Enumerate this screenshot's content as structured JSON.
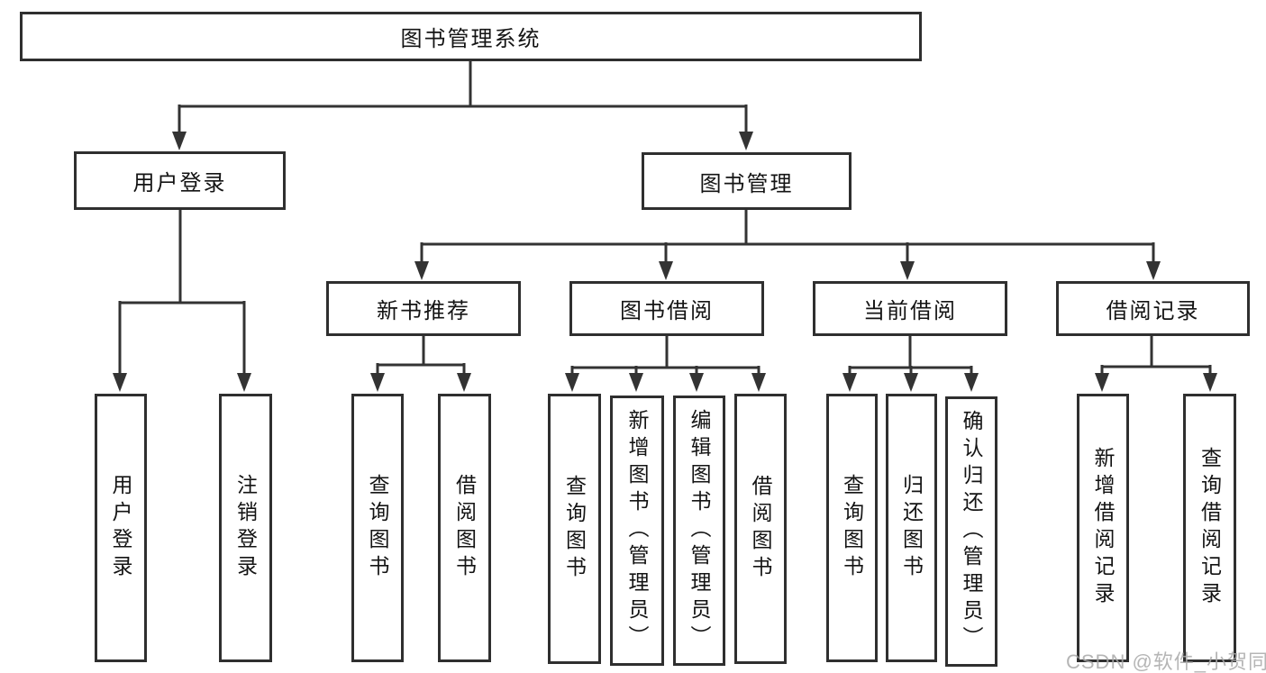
{
  "diagram": {
    "root": {
      "label": "图书管理系统"
    },
    "level2": [
      {
        "label": "用户登录",
        "children": [
          {
            "label": "用户登录"
          },
          {
            "label": "注销登录"
          }
        ]
      },
      {
        "label": "图书管理",
        "children": [
          {
            "label": "新书推荐",
            "children": [
              {
                "label": "查询图书"
              },
              {
                "label": "借阅图书"
              }
            ]
          },
          {
            "label": "图书借阅",
            "children": [
              {
                "label": "查询图书"
              },
              {
                "label": "新增图书（管理员）"
              },
              {
                "label": "编辑图书（管理员）"
              },
              {
                "label": "借阅图书"
              }
            ]
          },
          {
            "label": "当前借阅",
            "children": [
              {
                "label": "查询图书"
              },
              {
                "label": "归还图书"
              },
              {
                "label": "确认归还（管理员）"
              }
            ]
          },
          {
            "label": "借阅记录",
            "children": [
              {
                "label": "新增借阅记录"
              },
              {
                "label": "查询借阅记录"
              }
            ]
          }
        ]
      }
    ]
  },
  "watermark": {
    "text": "CSDN @软件_小贺同学"
  },
  "colors": {
    "line": "#333333",
    "border": "#2f2f2f",
    "text": "#141414",
    "watermark": "#a9a9a9",
    "background": "#ffffff"
  }
}
